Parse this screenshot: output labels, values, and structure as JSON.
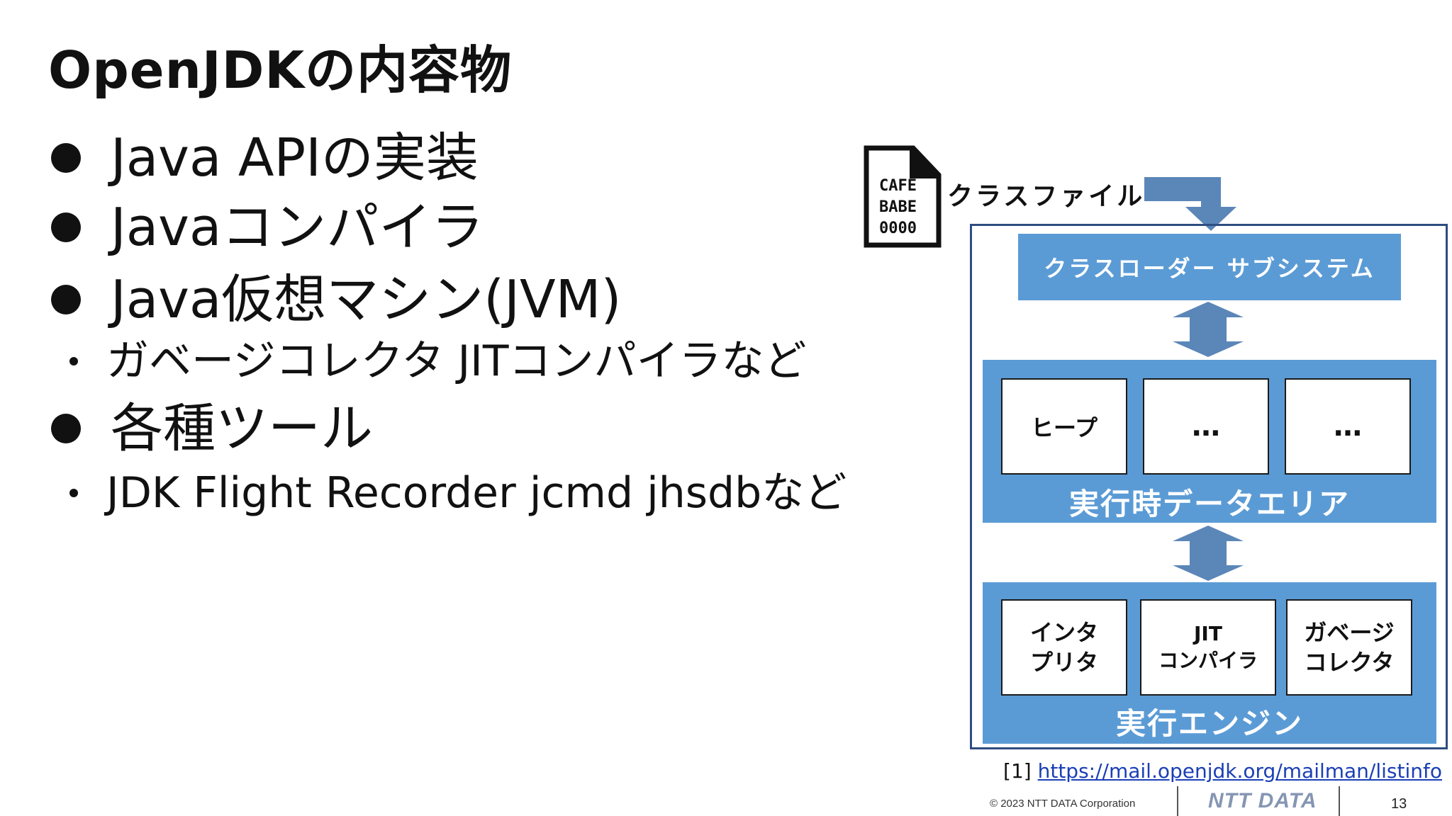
{
  "slide": {
    "title": "OpenJDKの内容物",
    "bullets": [
      "Java APIの実装",
      "Javaコンパイラ",
      "Java仮想マシン(JVM)",
      "ガベージコレクタ JITコンパイラなど",
      "各種ツール",
      "JDK Flight Recorder jcmd jhsdbなど"
    ]
  },
  "diagram": {
    "file_lines": [
      "CAFE",
      "BABE",
      "0000"
    ],
    "class_file_label": "クラスファイル",
    "classloader_label": "クラスローダー サブシステム",
    "runtime_area": {
      "label": "実行時データエリア",
      "cells": [
        "ヒープ",
        "…",
        "…"
      ]
    },
    "engine": {
      "label": "実行エンジン",
      "cells": [
        "インタ\nプリタ",
        "JIT\nコンパイラ",
        "ガベージ\nコレクタ"
      ]
    },
    "colors": {
      "block": "#5b9bd5",
      "arrow": "#5b86b8",
      "border": "#2e4d80"
    }
  },
  "citation": {
    "prefix": "[1] ",
    "url": "https://mail.openjdk.org/mailman/listinfo"
  },
  "footer": {
    "copyright": "© 2023 NTT DATA Corporation",
    "logo": "NTT DATA",
    "page": "13"
  }
}
